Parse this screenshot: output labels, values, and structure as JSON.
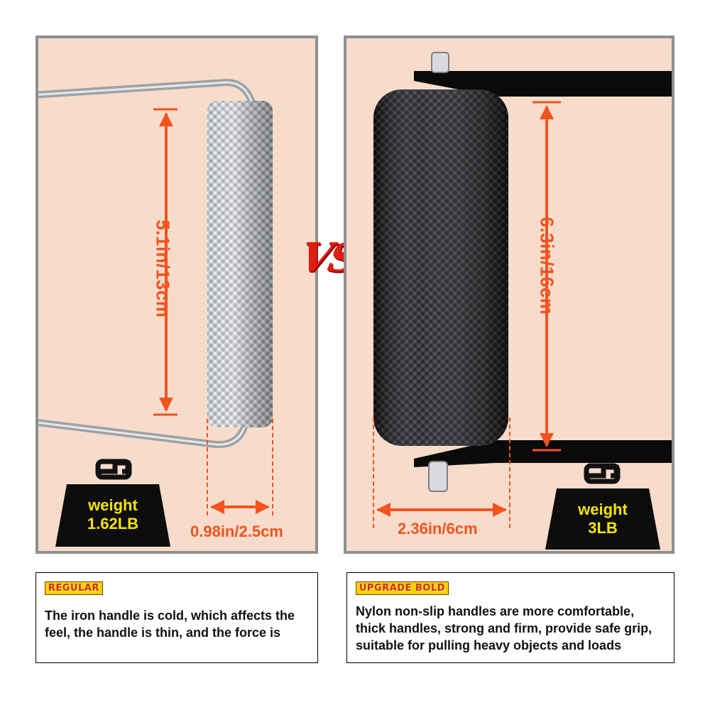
{
  "vs_label": "VS",
  "left": {
    "height_dim": "5.1in/13cm",
    "width_dim": "0.98in/2.5cm",
    "weight_title": "weight",
    "weight_value": "1.62LB"
  },
  "right": {
    "height_dim": "6.3in/16cm",
    "width_dim": "2.36in/6cm",
    "weight_title": "weight",
    "weight_value": "3LB"
  },
  "regular": {
    "tag": "REGULAR",
    "text": "The iron handle is cold, which affects the feel, the handle is thin, and the force is"
  },
  "upgrade": {
    "tag": "UPGRADE BOLD",
    "text": "Nylon non-slip handles are more comfortable, thick handles, strong and firm, provide safe grip, suitable for pulling heavy objects and loads"
  },
  "colors": {
    "panel_bg": "#f7dccb",
    "dimension": "#f2531f",
    "weight_text": "#f6e400",
    "vs": "#e01d12"
  }
}
